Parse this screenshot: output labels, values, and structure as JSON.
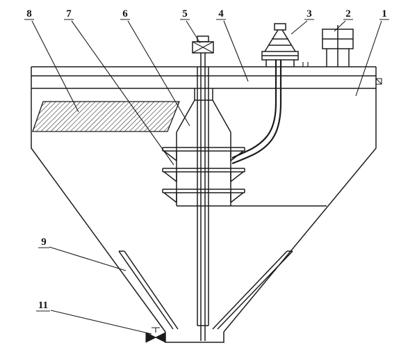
{
  "figure": {
    "background": "#ffffff",
    "line_color": "#1b1b1b",
    "callouts": {
      "c1": {
        "label": "1"
      },
      "c2": {
        "label": "2"
      },
      "c3": {
        "label": "3"
      },
      "c4": {
        "label": "4"
      },
      "c5": {
        "label": "5"
      },
      "c6": {
        "label": "6"
      },
      "c7": {
        "label": "7"
      },
      "c8": {
        "label": "8"
      },
      "c9": {
        "label": "9"
      },
      "c11": {
        "label": "11"
      }
    }
  }
}
